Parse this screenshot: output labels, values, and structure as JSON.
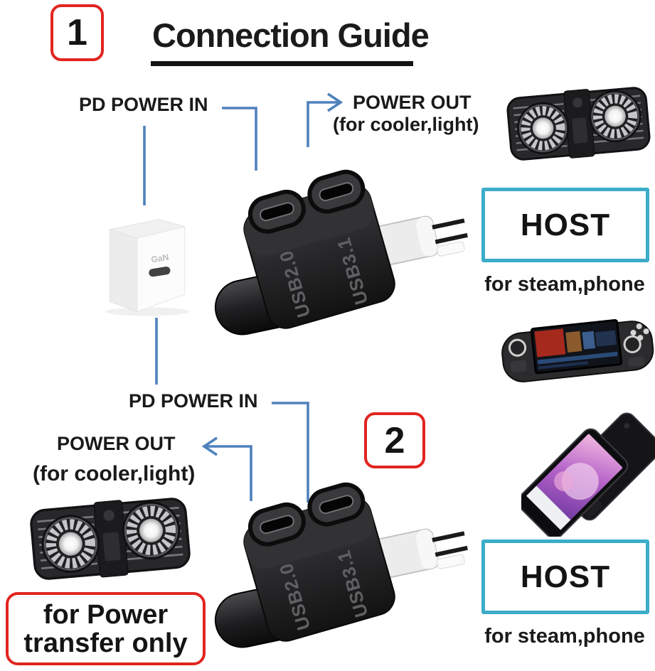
{
  "header": {
    "step_number": "1",
    "title": "Connection Guide"
  },
  "section1": {
    "pd_power_in_label": "PD POWER IN",
    "power_out_label": "POWER OUT",
    "power_out_sublabel": "(for cooler,light)",
    "charger_label": "GaN",
    "adapter": {
      "port_left_label": "USB2.0",
      "port_right_label": "USB3.1"
    },
    "host_label": "HOST",
    "host_sublabel": "for steam,phone"
  },
  "section2": {
    "step_number": "2",
    "pd_power_in_label": "PD POWER IN",
    "power_out_label": "POWER OUT",
    "power_out_sublabel": "(for cooler,light)",
    "adapter": {
      "port_left_label": "USB2.0",
      "port_right_label": "USB3.1"
    },
    "host_label": "HOST",
    "host_sublabel": "for steam,phone"
  },
  "footer_note": {
    "line1": "for Power",
    "line2": "transfer only"
  },
  "icons": {
    "cooler": "dual-fan-cooler",
    "charger": "gan-power-adapter",
    "adapter": "usb-c-dual-port-adapter",
    "steam_deck": "steam-deck-console",
    "phone": "smartphone"
  },
  "colors": {
    "accent_red": "#e12520",
    "accent_cyan": "#3cacc8",
    "line_blue": "#4f81bd",
    "text": "#1a1a1a"
  }
}
